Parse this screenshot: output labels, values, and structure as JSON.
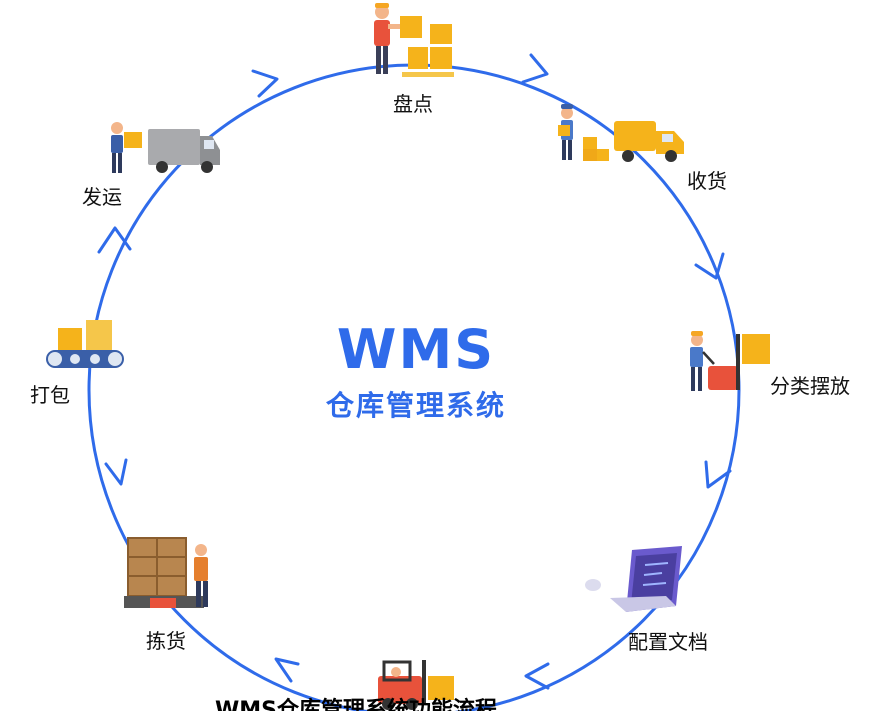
{
  "diagram": {
    "title": "WMS",
    "subtitle": "仓库管理系统",
    "steps": [
      {
        "label": "盘点",
        "icon": "worker-stacking-boxes-icon"
      },
      {
        "label": "收货",
        "icon": "worker-with-delivery-truck-icon"
      },
      {
        "label": "分类摆放",
        "icon": "worker-with-pallet-jack-icon"
      },
      {
        "label": "配置文档",
        "icon": "laptop-with-mouse-icon"
      },
      {
        "label": "",
        "icon": "forklift-icon"
      },
      {
        "label": "拣货",
        "icon": "picker-with-shelves-icon"
      },
      {
        "label": "打包",
        "icon": "conveyor-with-boxes-icon"
      },
      {
        "label": "发运",
        "icon": "worker-with-van-icon"
      }
    ],
    "cycle_direction": "clockwise",
    "colors": {
      "ring": "#2f6bea",
      "title": "#2f6bea",
      "box": "#f5b31b",
      "label": "#111111"
    },
    "caption": "WMS仓库管理系统功能流程"
  }
}
